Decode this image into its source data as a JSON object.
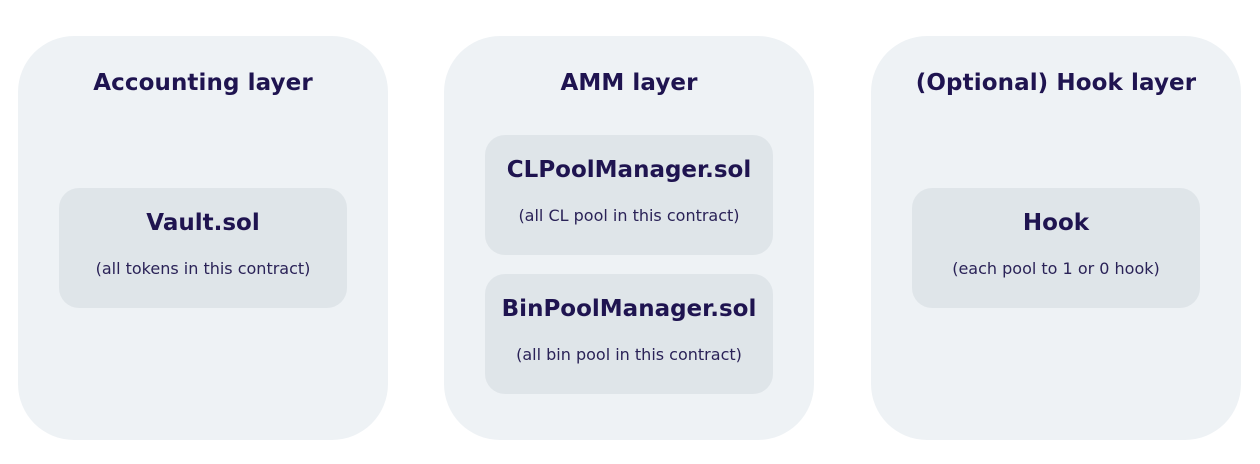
{
  "colors": {
    "panel_bg": "#eef2f5",
    "card_bg": "#dfe5e9",
    "title_text": "#1f1450",
    "body_text": "#2a2257"
  },
  "layers": [
    {
      "title": "Accounting layer",
      "cards": [
        {
          "title": "Vault.sol",
          "subtitle": "(all tokens in this contract)"
        }
      ]
    },
    {
      "title": "AMM layer",
      "cards": [
        {
          "title": "CLPoolManager.sol",
          "subtitle": "(all CL pool in this contract)"
        },
        {
          "title": "BinPoolManager.sol",
          "subtitle": "(all bin pool in this contract)"
        }
      ]
    },
    {
      "title": "(Optional) Hook layer",
      "cards": [
        {
          "title": "Hook",
          "subtitle": "(each pool to 1 or 0 hook)"
        }
      ]
    }
  ]
}
